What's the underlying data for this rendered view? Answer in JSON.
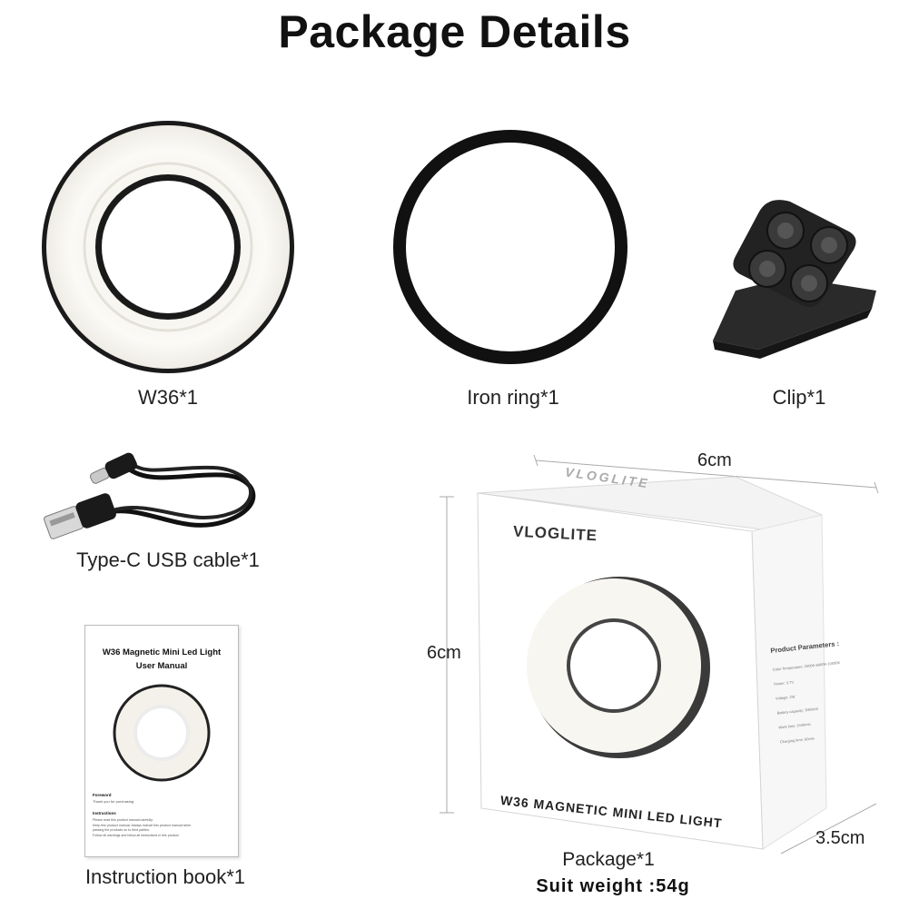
{
  "title": "Package Details",
  "items": [
    {
      "label": "W36*1"
    },
    {
      "label": "Iron ring*1"
    },
    {
      "label": "Clip*1"
    },
    {
      "label": "Type-C USB cable*1"
    },
    {
      "label": "Instruction book*1"
    }
  ],
  "package": {
    "label": "Package*1",
    "weight": "Suit weight :54g",
    "width": "6cm",
    "height": "6cm",
    "depth": "3.5cm",
    "box_brand": "VLOGLITE",
    "box_brand_top": "VLOGLITE",
    "box_product": "W36 MAGNETIC MINI LED LIGHT",
    "box_params_title": "Product Parameters :",
    "box_params": [
      "Color Temperature: 2500K-6000K-10000K",
      "Power: 3.7V",
      "Voltage: 2W",
      "Battery capacity: 300mAh",
      "Work time: 1h40min",
      "Charging time: 60min"
    ]
  },
  "manual": {
    "title": "W36 Magnetic Mini Led Light",
    "subtitle": "User Manual",
    "section1_title": "Foreword",
    "section1_text": "Thank you for purchasing",
    "section2_title": "Instructions",
    "section2_lines": [
      "Please read this product manual carefully.",
      "Keep this product manual. Always include this product manual when",
      "passing the products on to third parties.",
      "Follow all warnings and follow all instructions in this product."
    ]
  }
}
